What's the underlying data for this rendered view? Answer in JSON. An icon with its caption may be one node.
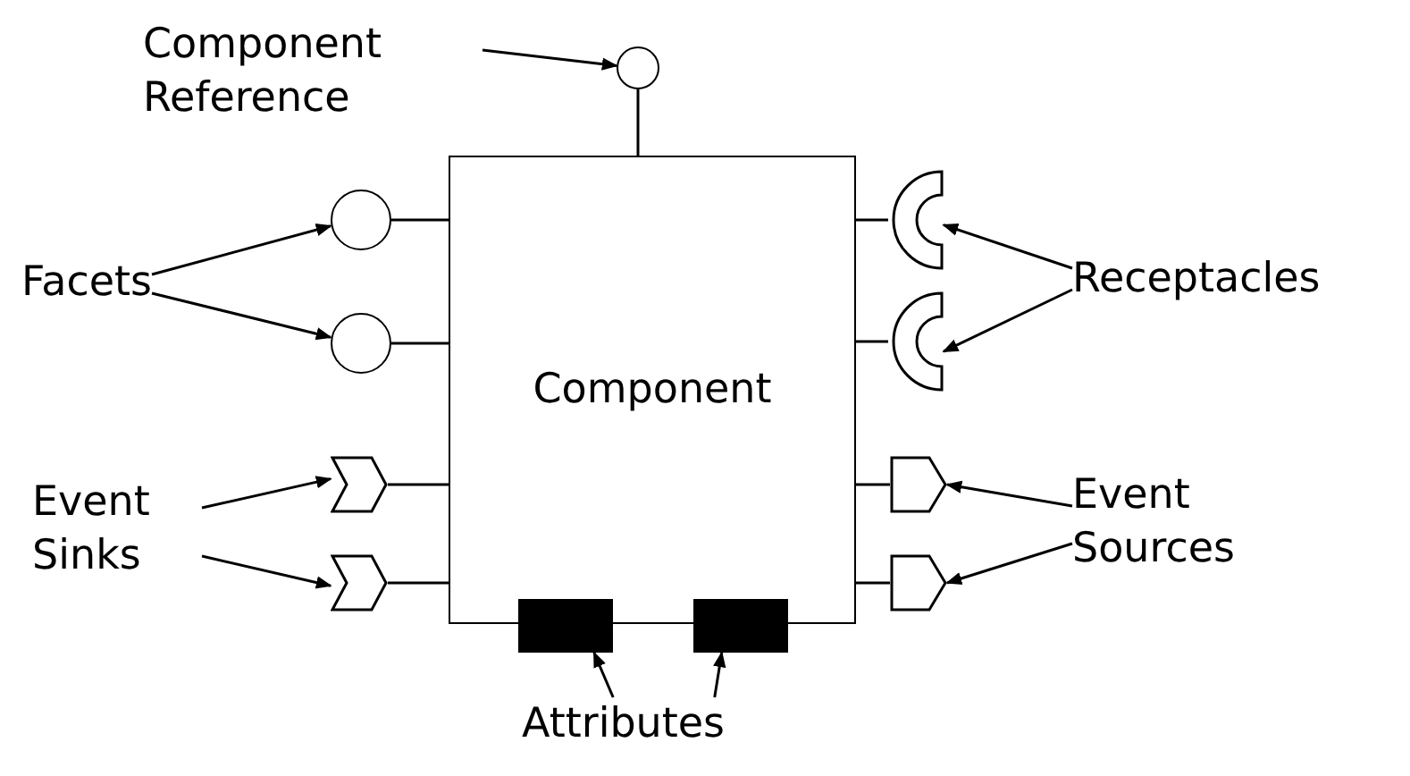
{
  "diagram": {
    "nodes": [
      {
        "text": [
          "Component Reference"
        ]
      },
      {
        "text": [],
        "shape": "circle"
      },
      {
        "text": [
          "Component"
        ]
      },
      {
        "text": [
          "Facets"
        ]
      },
      {
        "text": [],
        "shape": "circle"
      },
      {
        "text": [],
        "shape": "circle"
      },
      {
        "text": [],
        "shape": "socket"
      },
      {
        "text": [],
        "shape": "socket"
      },
      {
        "text": [
          "Receptacles"
        ]
      },
      {
        "text": [
          "Event Sinks"
        ]
      },
      {
        "text": [],
        "shape": "chevron"
      },
      {
        "text": [],
        "shape": "chevron"
      },
      {
        "text": [
          "Event Sources"
        ]
      },
      {
        "text": [],
        "shape": "pentagon"
      },
      {
        "text": [],
        "shape": "pentagon"
      },
      {
        "text": [],
        "shape": "bar"
      },
      {
        "text": [],
        "shape": "bar"
      },
      {
        "text": [
          "Attributes"
        ]
      }
    ],
    "edges": [
      {
        "from": 0,
        "to": 1,
        "arrow": "to"
      },
      {
        "from": 1,
        "to": 2,
        "arrow": "none"
      },
      {
        "from": 3,
        "to": 4,
        "arrow": "to"
      },
      {
        "from": 3,
        "to": 5,
        "arrow": "to"
      },
      {
        "from": 4,
        "to": 2,
        "arrow": "none"
      },
      {
        "from": 5,
        "to": 2,
        "arrow": "none"
      },
      {
        "from": 8,
        "to": 6,
        "arrow": "to"
      },
      {
        "from": 8,
        "to": 7,
        "arrow": "to"
      },
      {
        "from": 6,
        "to": 2,
        "arrow": "none"
      },
      {
        "from": 7,
        "to": 2,
        "arrow": "none"
      },
      {
        "from": 9,
        "to": 10,
        "arrow": "to"
      },
      {
        "from": 9,
        "to": 11,
        "arrow": "to"
      },
      {
        "from": 10,
        "to": 2,
        "arrow": "none"
      },
      {
        "from": 11,
        "to": 2,
        "arrow": "none"
      },
      {
        "from": 12,
        "to": 13,
        "arrow": "to"
      },
      {
        "from": 12,
        "to": 14,
        "arrow": "to"
      },
      {
        "from": 13,
        "to": 2,
        "arrow": "none"
      },
      {
        "from": 14,
        "to": 2,
        "arrow": "none"
      },
      {
        "from": 17,
        "to": 15,
        "arrow": "to"
      },
      {
        "from": 17,
        "to": 16,
        "arrow": "to"
      }
    ]
  }
}
